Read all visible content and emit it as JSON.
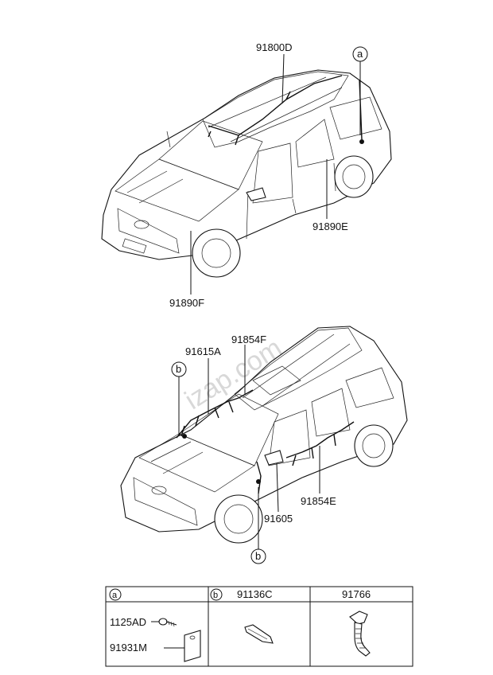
{
  "top_view": {
    "label_91800D": "91800D",
    "label_91890E": "91890E",
    "label_91890F": "91890F",
    "callout_a": "a"
  },
  "bottom_view": {
    "label_91615A": "91615A",
    "label_91854F": "91854F",
    "label_91854E": "91854E",
    "label_91605": "91605",
    "callout_b_top": "b",
    "callout_b_bottom": "b"
  },
  "watermark": "izap.com",
  "parts_table": {
    "col_a_header": "a",
    "col_b_header": "b",
    "col_b_part": "91136C",
    "col_c_part": "91766",
    "col_a_parts": [
      "1125AD",
      "91931M"
    ]
  }
}
